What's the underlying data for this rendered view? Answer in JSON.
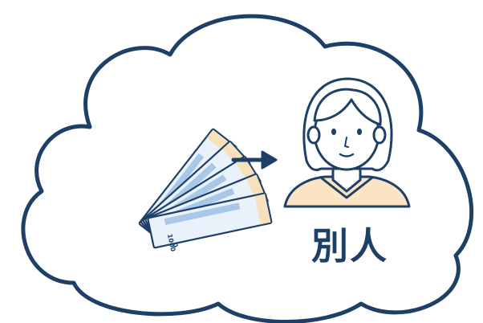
{
  "caption": {
    "text": "別人"
  },
  "banknote": {
    "denomination": "1000",
    "count": 5
  },
  "icons": {
    "cloud": "thought-cloud-icon",
    "cash": "banknotes-icon",
    "arrow": "right-arrow-icon",
    "person": "person-avatar-icon"
  },
  "colors": {
    "outline": "#1e3f66",
    "note_fill": "#e9f1fa",
    "note_accent": "#a9c7e8",
    "note_header": "#f7e1bd",
    "skin": "#ffffff",
    "shirt": "#fbe4c4",
    "background": "#ffffff"
  }
}
